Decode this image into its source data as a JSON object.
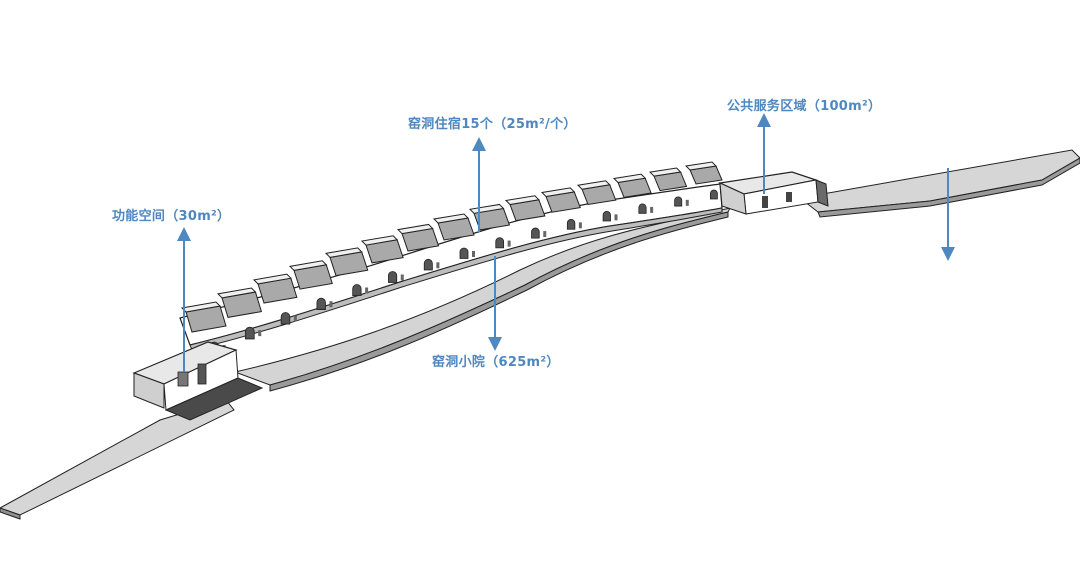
{
  "labels": {
    "function_space": "功能空间（30m²）",
    "cave_lodging": "窑洞住宿15个（25m²/个）",
    "public_service": "公共服务区域（100m²）",
    "cave_courtyard": "窑洞小院（625m²）"
  },
  "colors": {
    "annotation": "#4f88c0",
    "outline": "#222222",
    "roof_top": "#f0f0f0",
    "roof_side": "#a9a9a9",
    "ground": "#d6d6d6",
    "wall": "#ffffff"
  },
  "units": {
    "cave_count": 15
  }
}
